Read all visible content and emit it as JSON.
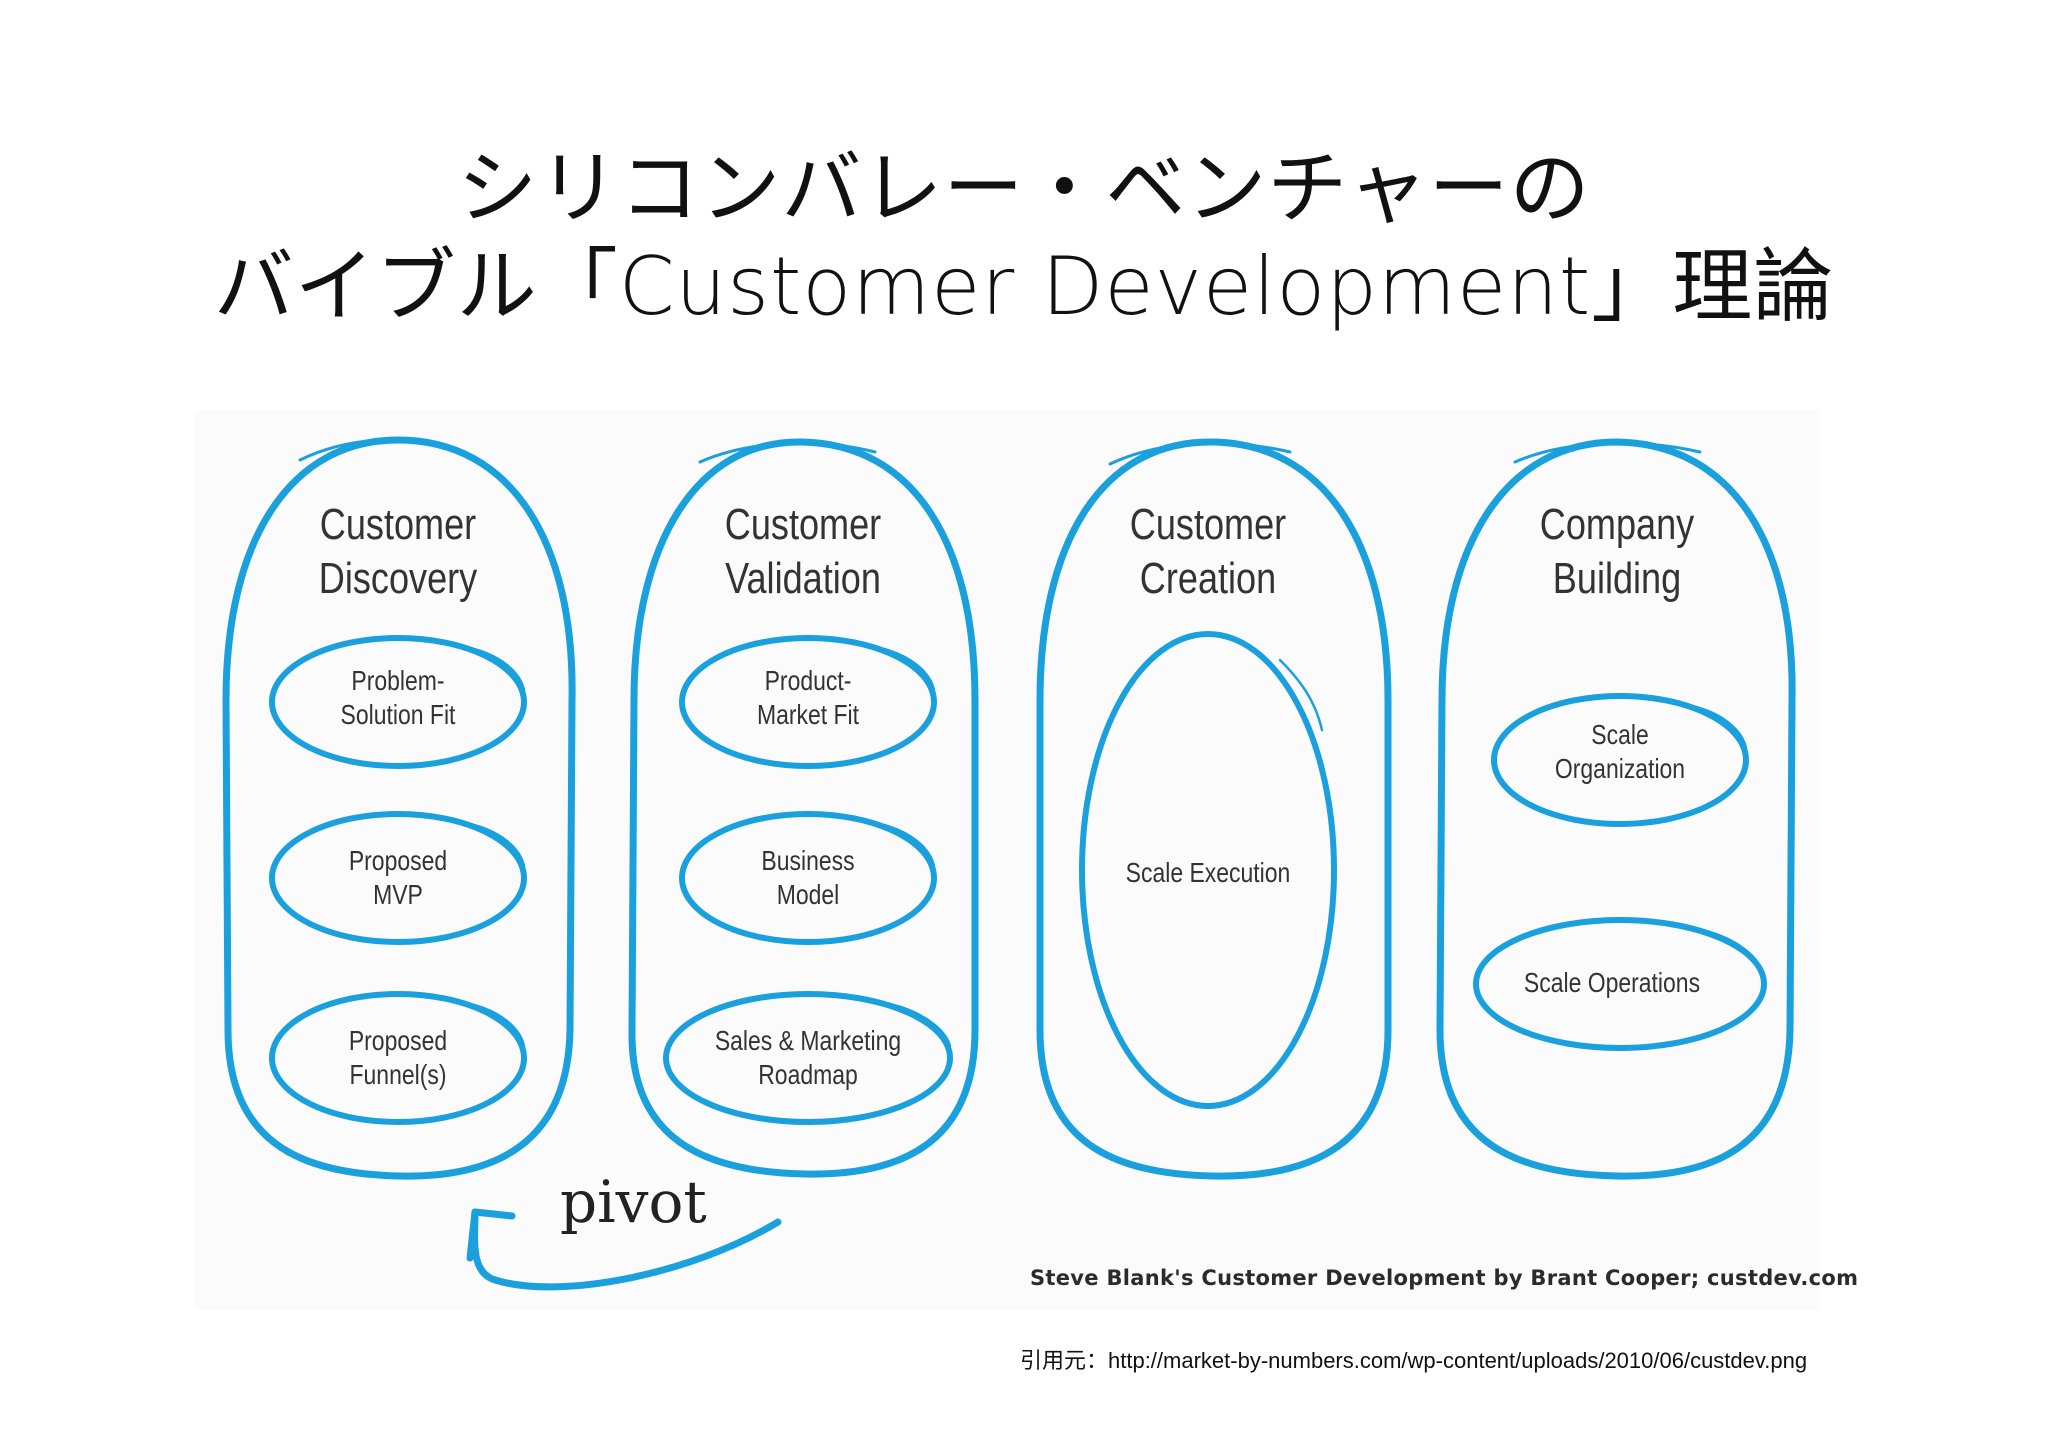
{
  "title": {
    "line1": "シリコンバレー・ベンチャーの",
    "line2": "バイブル「Customer Development」理論"
  },
  "diagram": {
    "stroke_color": "#1aa0dc",
    "stages": [
      {
        "title": "Customer\nDiscovery",
        "activities": [
          "Problem-\nSolution Fit",
          "Proposed\nMVP",
          "Proposed\nFunnel(s)"
        ]
      },
      {
        "title": "Customer\nValidation",
        "activities": [
          "Product-\nMarket Fit",
          "Business\nModel",
          "Sales & Marketing\nRoadmap"
        ]
      },
      {
        "title": "Customer\nCreation",
        "activities": [
          "Scale Execution"
        ]
      },
      {
        "title": "Company\nBuilding",
        "activities": [
          "Scale\nOrganization",
          "Scale Operations"
        ]
      }
    ],
    "pivot_label": "pivot",
    "credit": "Steve Blank's Customer Development by Brant Cooper; custdev.com"
  },
  "source": "引用元：http://market-by-numbers.com/wp-content/uploads/2010/06/custdev.png"
}
